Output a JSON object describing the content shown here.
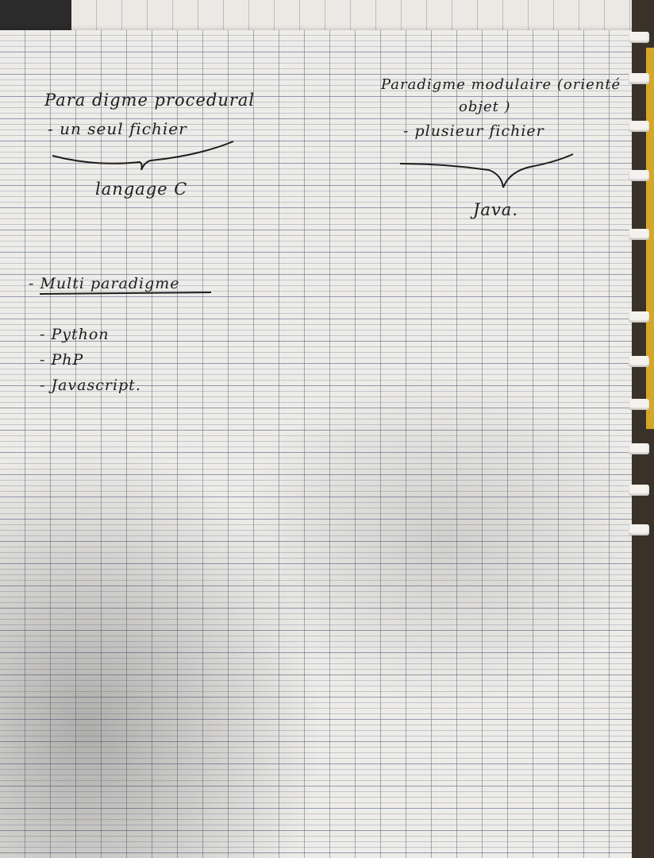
{
  "notes": {
    "procedural": {
      "title": "Para digme procedural",
      "detail": "- un seul fichier",
      "language": "langage C"
    },
    "modular": {
      "title": "Paradigme modulaire (orienté",
      "title_cont": "objet )",
      "detail": "- plusieur fichier",
      "language": "Java."
    },
    "multi": {
      "title": "- Multi paradigme",
      "items": [
        "- Python",
        "- PhP",
        "- Javascript."
      ]
    }
  },
  "colors": {
    "ink": "#1e1e1e",
    "paper": "#eeece8",
    "grid_line": "#5f6e8c"
  }
}
